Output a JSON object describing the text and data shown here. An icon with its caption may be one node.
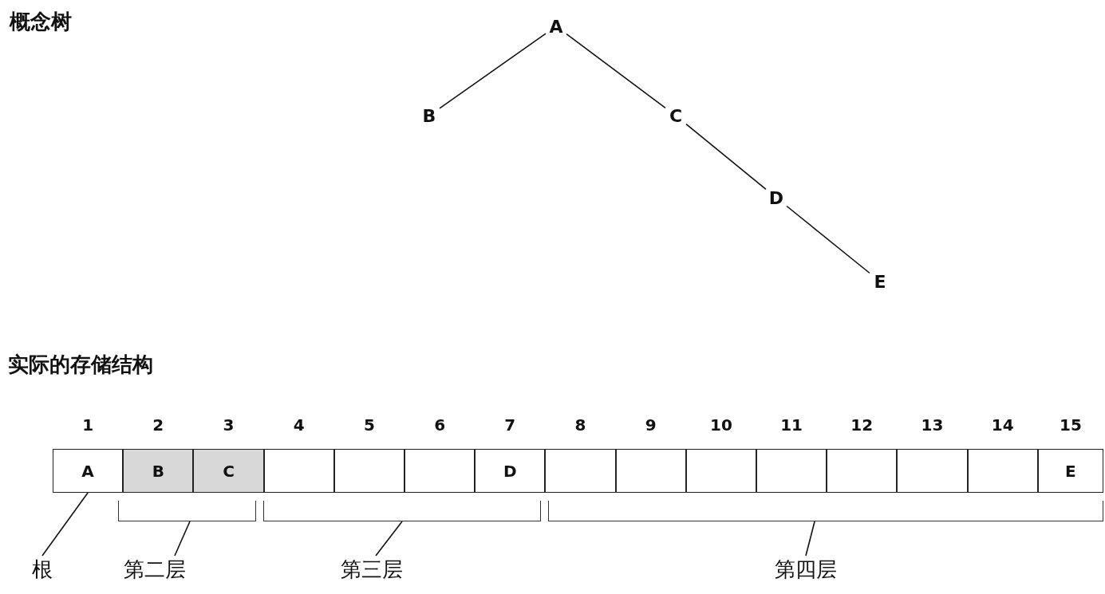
{
  "diagram": {
    "title": "概念树",
    "nodes": [
      {
        "text": [
          "A"
        ]
      },
      {
        "text": [
          "B"
        ]
      },
      {
        "text": [
          "C"
        ]
      },
      {
        "text": [
          "D"
        ]
      },
      {
        "text": [
          "E"
        ]
      },
      {
        "text": [
          "A"
        ],
        "beside": [
          "1"
        ]
      },
      {
        "text": [
          "B"
        ],
        "beside": [
          "2"
        ]
      },
      {
        "text": [
          "C"
        ],
        "beside": [
          "3"
        ]
      },
      {
        "text": [],
        "shape": "box",
        "beside": [
          "4"
        ]
      },
      {
        "text": [],
        "shape": "box",
        "beside": [
          "5"
        ]
      },
      {
        "text": [],
        "shape": "box",
        "beside": [
          "6"
        ]
      },
      {
        "text": [
          "D"
        ],
        "beside": [
          "7"
        ]
      },
      {
        "text": [],
        "shape": "box",
        "beside": [
          "8"
        ]
      },
      {
        "text": [],
        "shape": "box",
        "beside": [
          "9"
        ]
      },
      {
        "text": [],
        "shape": "box",
        "beside": [
          "10"
        ]
      },
      {
        "text": [],
        "shape": "box",
        "beside": [
          "11"
        ]
      },
      {
        "text": [],
        "shape": "box",
        "beside": [
          "12"
        ]
      },
      {
        "text": [],
        "shape": "box",
        "beside": [
          "13"
        ]
      },
      {
        "text": [],
        "shape": "box",
        "beside": [
          "14"
        ]
      },
      {
        "text": [
          "E"
        ],
        "beside": [
          "15"
        ]
      },
      {
        "text": [
          "根"
        ]
      },
      {
        "text": [
          "第二层"
        ]
      },
      {
        "text": [
          "第三层"
        ]
      },
      {
        "text": [
          "第四层"
        ]
      },
      {
        "text": [],
        "shape": "bracket"
      },
      {
        "text": [],
        "shape": "bracket"
      },
      {
        "text": [],
        "shape": "bracket"
      }
    ],
    "edges": [
      {
        "from": 0,
        "to": 1,
        "arrow": "none"
      },
      {
        "from": 0,
        "to": 2,
        "arrow": "none"
      },
      {
        "from": 2,
        "to": 3,
        "arrow": "none"
      },
      {
        "from": 3,
        "to": 4,
        "arrow": "none"
      },
      {
        "from": 20,
        "to": 5,
        "arrow": "none"
      },
      {
        "from": 21,
        "to": 24,
        "arrow": "none"
      },
      {
        "from": 22,
        "to": 25,
        "arrow": "none"
      },
      {
        "from": 23,
        "to": 26,
        "arrow": "none"
      }
    ],
    "labels": [
      "实际的存储结构"
    ]
  }
}
